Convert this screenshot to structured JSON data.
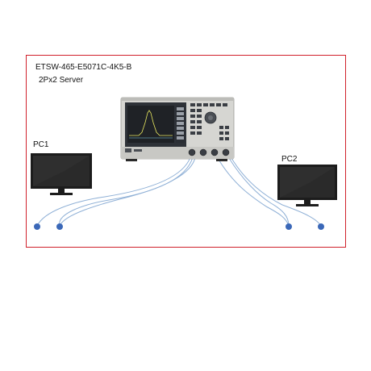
{
  "diagram": {
    "title": "ETSW-465-E5071C-4K5-B",
    "subtitle": "2Px2 Server",
    "pc1_label": "PC1",
    "pc2_label": "PC2"
  },
  "colors": {
    "frame_border": "#d0202a",
    "cable": "#8fb0d6",
    "port_dot": "#3b68b8",
    "monitor_body": "#1c1c1c",
    "analyzer_body": "#d6d6d2"
  },
  "icons": {
    "network_analyzer": "network-analyzer-icon",
    "monitor": "monitor-icon",
    "port": "port-dot-icon"
  }
}
